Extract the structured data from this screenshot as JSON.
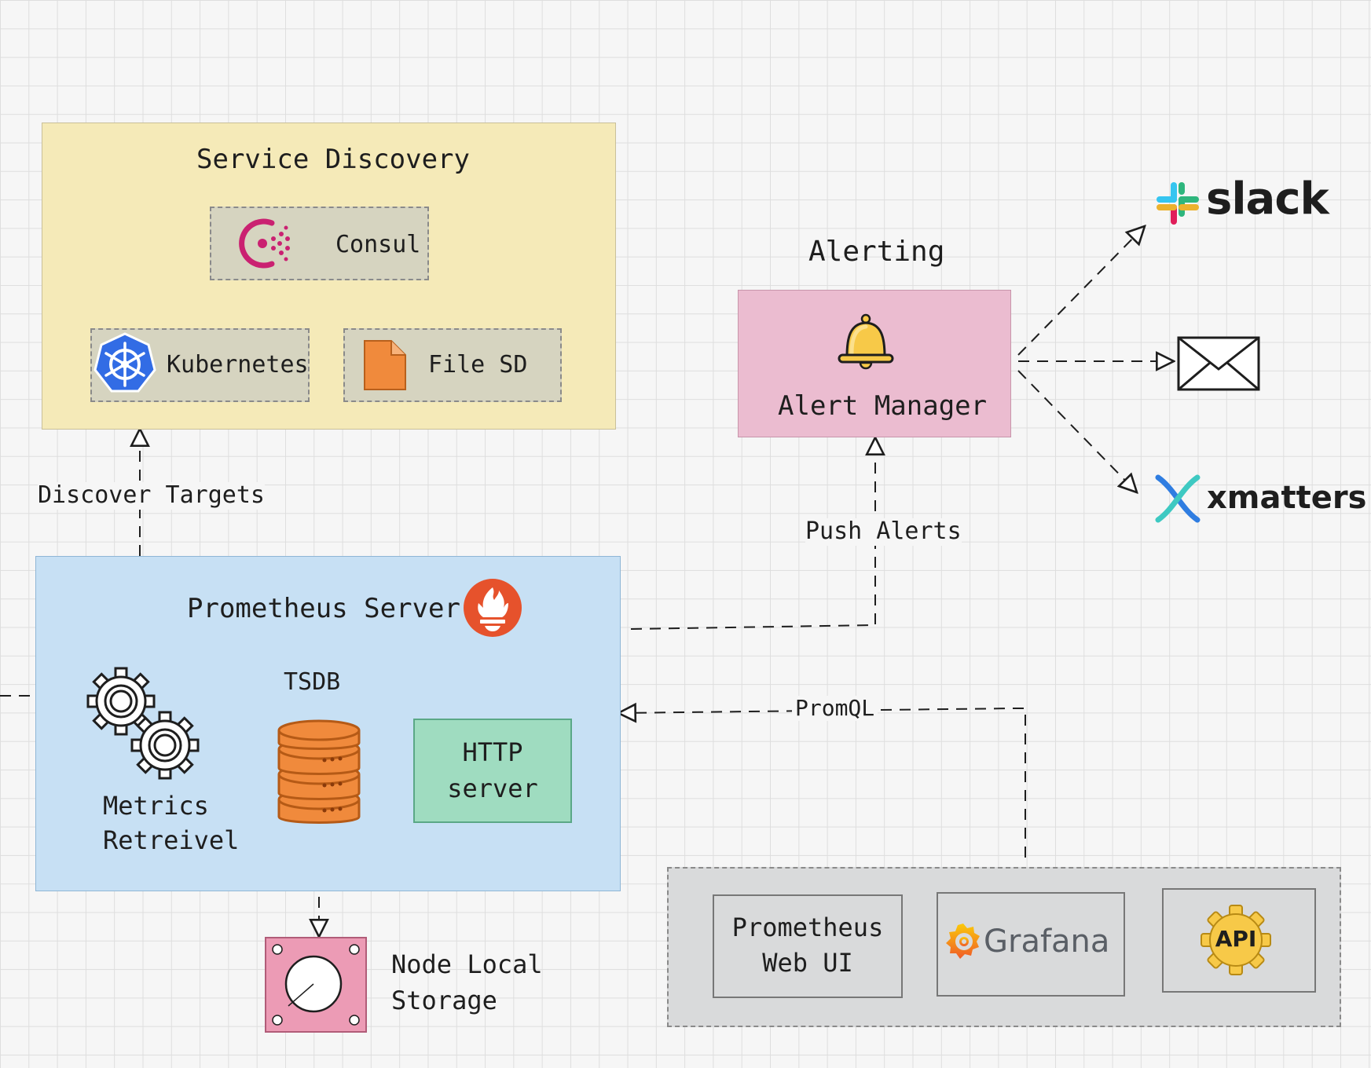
{
  "service_discovery": {
    "title": "Service Discovery",
    "consul": "Consul",
    "kubernetes": "Kubernetes",
    "file_sd": "File SD"
  },
  "edges": {
    "discover_targets": "Discover Targets",
    "push_alerts": "Push Alerts",
    "promql": "PromQL"
  },
  "alerting": {
    "title": "Alerting",
    "alert_manager": "Alert Manager"
  },
  "receivers": {
    "slack": "slack",
    "xmatters": "xmatters"
  },
  "prometheus_server": {
    "title": "Prometheus Server",
    "tsdb": "TSDB",
    "metrics_line1": "Metrics",
    "metrics_line2": "Retreivel",
    "http_line1": "HTTP",
    "http_line2": "server"
  },
  "storage": {
    "line1": "Node Local",
    "line2": "Storage"
  },
  "clients": {
    "web_ui_line1": "Prometheus",
    "web_ui_line2": "Web UI",
    "grafana": "Grafana",
    "api": "API"
  },
  "colors": {
    "service_discovery_bg": "#f5eab8",
    "alerting_bg": "#ebbcd0",
    "prometheus_bg": "#c7e0f4",
    "http_bg": "#9fdcc0",
    "clients_bg": "#d9dadb",
    "prometheus_orange": "#e6522c",
    "kubernetes_blue": "#326ce5",
    "consul_magenta": "#ca2171",
    "storage_pink": "#ec9bb5"
  }
}
